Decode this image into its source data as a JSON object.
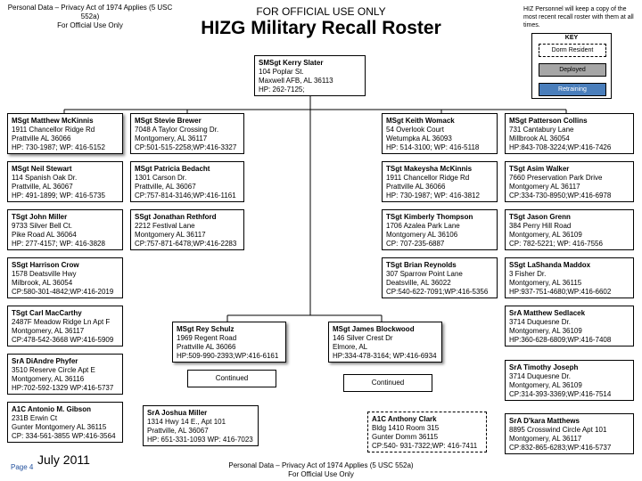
{
  "header": {
    "privacy_left_1": "Personal Data – Privacy Act of 1974 Applies (5 USC 552a)",
    "privacy_left_2": "For Official Use Only",
    "fouo": "FOR OFFICIAL USE ONLY",
    "title": "HIZG Military Recall Roster",
    "hiz_note": "HIZ Personnel will keep a copy of the most recent recall roster with them at all times."
  },
  "key": {
    "title": "KEY",
    "dorm": "Dorm Resident",
    "deployed": "Deployed",
    "retraining": "Retraining"
  },
  "top": {
    "name": "SMSgt Kerry Slater",
    "lines": [
      "104 Poplar St.",
      "Maxwell AFB, AL 36113",
      "HP:  262-7125;"
    ]
  },
  "col1": [
    {
      "name": "MSgt Matthew McKinnis",
      "lines": [
        "1911 Chancellor Ridge Rd",
        "Prattville AL 36066",
        "HP:  730-1987; WP:  416-5152"
      ]
    },
    {
      "name": "MSgt Neil Stewart",
      "lines": [
        "114 Spanish Oak Dr.",
        "Prattville, AL 36067",
        "HP:  491-1899; WP: 416-5735"
      ]
    },
    {
      "name": "TSgt John Miller",
      "lines": [
        "9733 Silver Bell Ct.",
        "Pike Road AL 36064",
        "HP: 277-4157; WP: 416-3828"
      ]
    },
    {
      "name": "SSgt Harrison Crow",
      "lines": [
        "1578 Deatsville Hwy",
        "Milbrook, AL 36054",
        "CP:580-301-4842;WP:416-2019"
      ]
    },
    {
      "name": "TSgt Carl MacCarthy",
      "lines": [
        "2487F Meadow Ridge Ln Apt F",
        "Montgomery, AL 36117",
        "CP:478-542-3668 WP:416-5909"
      ]
    },
    {
      "name": "SrA DiAndre  Phyfer",
      "lines": [
        "3510 Reserve Circle Apt E",
        "Montgomery, AL 36116",
        "HP:702-592-1329 WP:416-5737"
      ]
    },
    {
      "name": "A1C Antonio M. Gibson",
      "lines": [
        "231B Erwin Ct",
        "Gunter Montgomery AL 36115",
        "CP: 334-561-3855 WP:416-3564"
      ]
    }
  ],
  "col2": [
    {
      "name": "MSgt Stevie Brewer",
      "lines": [
        "7048 A Taylor Crossing Dr.",
        "Montgomery, AL 36117",
        "CP:501-515-2258;WP:416-3327"
      ]
    },
    {
      "name": "MSgt Patricia Bedacht",
      "lines": [
        "1301 Carson Dr.",
        "Prattville, AL 36067",
        "CP:757-814-3146;WP:416-1161"
      ]
    },
    {
      "name": "SSgt Jonathan Rethford",
      "lines": [
        "2212 Festival Lane",
        "Montgomery AL 36117",
        "CP:757-871-6478;WP:416-2283"
      ]
    }
  ],
  "mid_left": {
    "name": "MSgt Rey Schulz",
    "lines": [
      "1969 Regent Road",
      "Prattville AL 36066",
      "HP:509-990-2393;WP:416-6161"
    ],
    "continued": "Continued"
  },
  "bottom_left": {
    "name": "SrA Joshua Miller",
    "lines": [
      "1314 Hwy 14 E., Apt 101",
      "Prattville, AL 36067",
      "HP: 651-331-1093 WP: 416-7023"
    ]
  },
  "mid_right": {
    "name": "MSgt James Blockwood",
    "lines": [
      "146 Silver Crest Dr",
      "Elmore, AL",
      "HP:334-478-3164; WP:416-6934"
    ],
    "continued": "Continued"
  },
  "bottom_right": {
    "name": "A1C Anthony Clark",
    "lines": [
      "Bldg 1410 Room 315",
      "Gunter Domm 36115",
      "CP:540- 931-7322;WP: 416-7411"
    ]
  },
  "col3": [
    {
      "name": "MSgt Keith Womack",
      "lines": [
        "54 Overlook Court",
        "Wetumpka AL 36093",
        "HP:  514-3100; WP:  416-5118"
      ]
    },
    {
      "name": "TSgt Makeysha McKinnis",
      "lines": [
        "1911 Chancellor Ridge Rd",
        "Prattville AL 36066",
        "HP:  730-1987; WP:  416-3812"
      ]
    },
    {
      "name": "TSgt Kimberly Thompson",
      "lines": [
        "1706 Azalea Park Lane",
        "Montgomery AL 36106",
        "CP:  707-235-6887"
      ]
    },
    {
      "name": "TSgt Brian Reynolds",
      "lines": [
        "307 Sparrow Point Lane",
        "Deatsville, AL 36022",
        "CP:540-622-7091;WP:416-5356"
      ]
    }
  ],
  "col4": [
    {
      "name": "MSgt Patterson Collins",
      "lines": [
        "731 Cantabury Lane",
        "Millbrook AL 36054",
        "HP:843-708-3224;WP:416-7426"
      ]
    },
    {
      "name": "TSgt Asim Walker",
      "lines": [
        "7660 Preservation Park Drive",
        "Montgomery AL 36117",
        "CP:334-730-8950;WP:416-6978"
      ]
    },
    {
      "name": "TSgt Jason Grenn",
      "lines": [
        "384 Perry Hill Road",
        "Montgomery, AL 36109",
        "CP: 782-5221; WP:  416-7556"
      ]
    },
    {
      "name": " SSgt LaShanda  Maddox",
      "lines": [
        "3 Fisher Dr.",
        "Montgomery, AL 36115",
        "HP:937-751-4680;WP:416-6602"
      ]
    },
    {
      "name": " SrA Matthew Sedlacek",
      "lines": [
        "3714 Duquesne Dr.",
        "Montgomery, AL 36109",
        "HP:360-628-6809;WP:416-7408"
      ]
    },
    {
      "name": "SrA Timothy Joseph",
      "lines": [
        "3714 Duquesne Dr.",
        "Montgomery, AL 36109",
        "CP:314-393-3369;WP:416-7514"
      ]
    },
    {
      "name": "SrA D'kara Matthews",
      "lines": [
        "8895 Crosswind Circle Apt 101",
        "Montgomery, AL 36117",
        "CP:832-865-6283;WP:416-5737"
      ]
    }
  ],
  "footer": {
    "privacy_1": "Personal Data – Privacy Act of 1974 Applies (5 USC 552a)",
    "privacy_2": "For Official Use Only",
    "date": "July 2011",
    "page": "Page 4"
  }
}
